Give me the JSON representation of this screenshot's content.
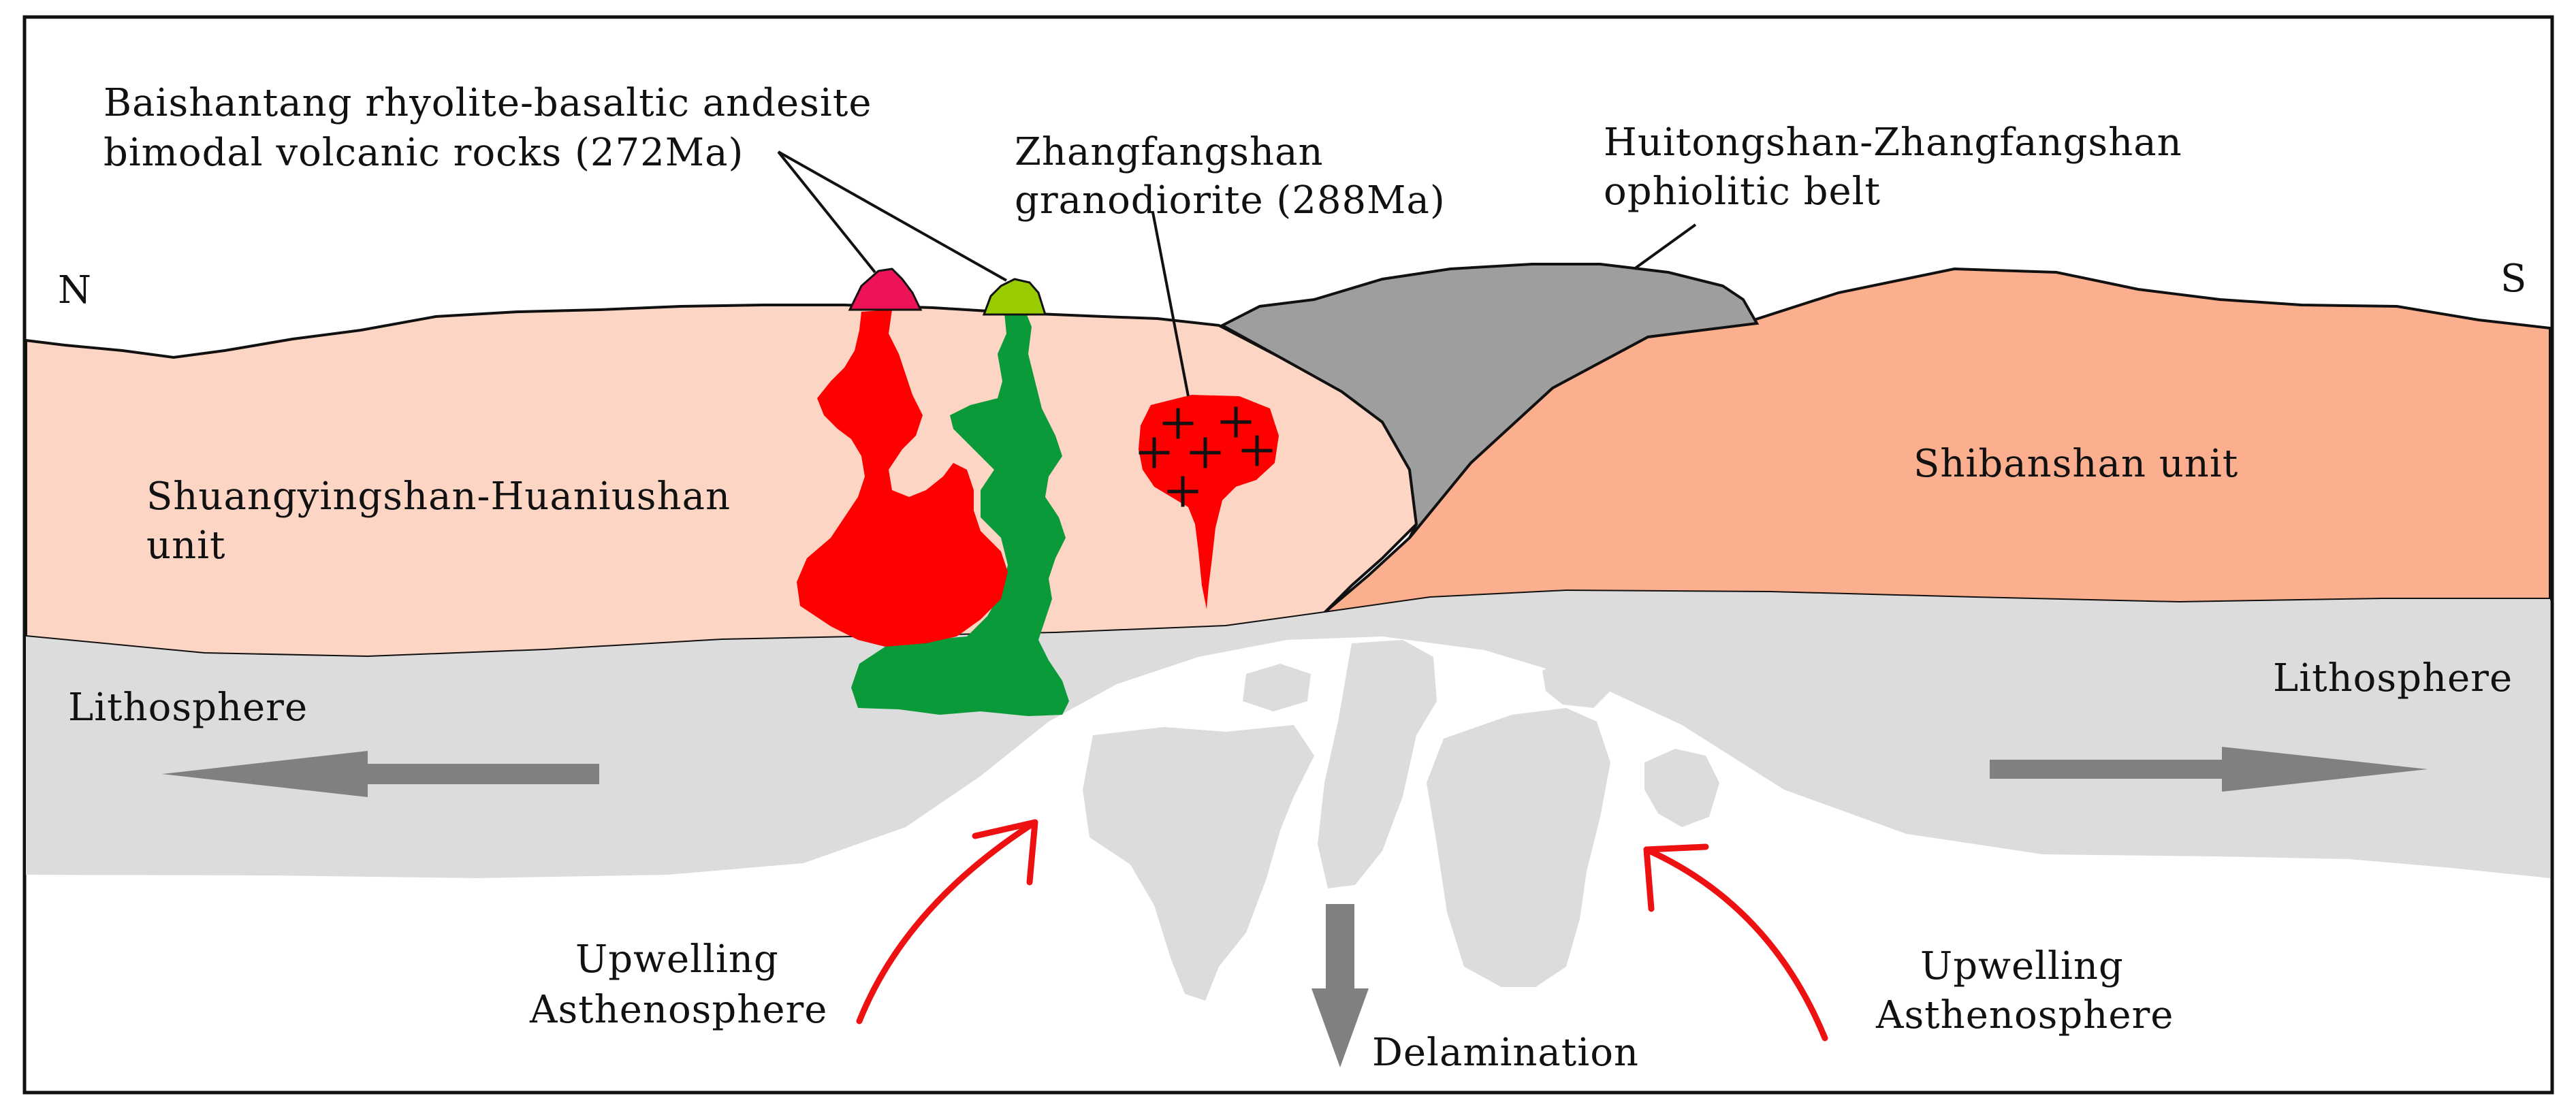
{
  "labels": {
    "north": "N",
    "south": "S",
    "volcanic_line1": "Baishantang rhyolite-basaltic andesite",
    "volcanic_line2": "bimodal volcanic rocks (272Ma)",
    "granodiorite_line1": "Zhangfangshan",
    "granodiorite_line2": "granodiorite (288Ma)",
    "ophiolite_line1": "Huitongshan-Zhangfangshan",
    "ophiolite_line2": "ophiolitic belt",
    "shuangyingshan_line1": "Shuangyingshan-Huaniushan",
    "shuangyingshan_line2": "unit",
    "shibanshan": "Shibanshan unit",
    "lithosphere_left": "Lithosphere",
    "lithosphere_right": "Lithosphere",
    "upwelling_left_line1": "Upwelling",
    "upwelling_left_line2": "Asthenosphere",
    "upwelling_right_line1": "Upwelling",
    "upwelling_right_line2": "Asthenosphere",
    "delamination": "Delamination"
  },
  "colors": {
    "shuangyingshan_unit": "#FDD5C5",
    "shibanshan_unit": "#FCAF8E",
    "ophiolite": "#9E9E9E",
    "lithosphere": "#DCDCDC",
    "asthenosphere": "#FFFFFF",
    "felsic_intrusion": "#FF0000",
    "mafic_intrusion": "#0A9A3A",
    "rhyolite_cap": "#EE1256",
    "andesite_cap": "#99CC00",
    "arrow_gray": "#808080",
    "arrow_red": "#EE1111"
  },
  "icons": {
    "granite_symbol": "plus-sign-pattern"
  }
}
